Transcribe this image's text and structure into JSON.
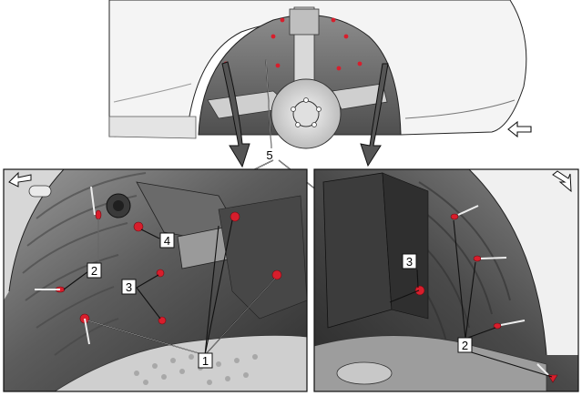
{
  "callouts": {
    "c1": "1",
    "c2_left": "2",
    "c2_right": "2",
    "c3_left": "3",
    "c3_right": "3",
    "c4": "4",
    "c5": "5"
  },
  "colors": {
    "fastener": "#d81e2c",
    "outline": "#111111",
    "liner_dark": "#3a3a3a",
    "liner_mid": "#6e6e6e",
    "body_light": "#f2f2f2"
  },
  "icons": [
    "direction-arrow-icon",
    "rotate-arrow-icon"
  ]
}
